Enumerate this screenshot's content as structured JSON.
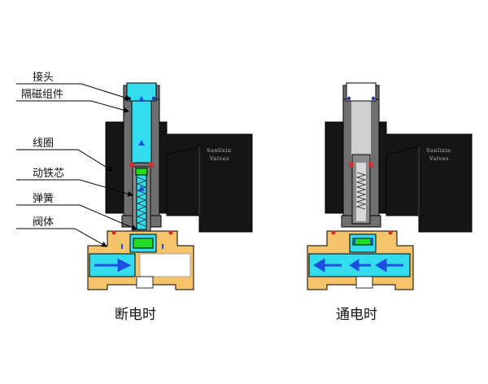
{
  "labels": [
    "接头",
    "隔磁组件",
    "线圈",
    "动铁芯",
    "弹簧",
    "阀体"
  ],
  "captions": {
    "off": "断电时",
    "on": "通电时"
  },
  "brand": {
    "line1": "Sanlixin",
    "line2": "Valves"
  },
  "colors": {
    "coil": "#151515",
    "tube": "#6f6f6f",
    "fluid": "#33ddee",
    "brass": "#f5c36a",
    "plunger_tip": "#22dd22",
    "spring": "#c0c0c0",
    "arrow": "#1f4fe0",
    "seal": "#d42c2c"
  },
  "states": {
    "off": {
      "fitting_filled": true,
      "flow_direction": "blocked"
    },
    "on": {
      "fitting_filled": false,
      "flow_direction": "right-to-left"
    }
  }
}
